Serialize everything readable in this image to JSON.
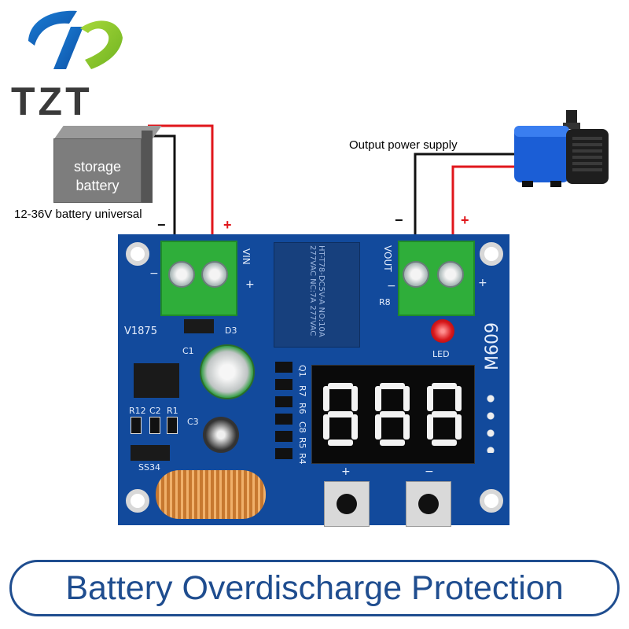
{
  "logo": {
    "text": "TZT"
  },
  "battery": {
    "label_line1": "storage",
    "label_line2": "battery",
    "caption": "12-36V battery universal"
  },
  "input_polarity": {
    "minus": "−",
    "plus": "+"
  },
  "output": {
    "caption": "Output power supply",
    "minus": "−",
    "plus": "+"
  },
  "board": {
    "model": "V1875",
    "vin_label": "VIN",
    "vout_label": "VOUT",
    "board_id": "M609",
    "led_label": "LED",
    "d3": "D3",
    "c1": "C1",
    "c3": "C3",
    "r12": "R12",
    "c2": "C2",
    "r1": "R1",
    "ss34": "SS34",
    "q1": "Q1",
    "r7": "R7",
    "r6": "R6",
    "c8": "C8",
    "r5": "R5",
    "r4": "R4",
    "r8": "R8",
    "btn_plus": "+",
    "btn_minus": "−",
    "relay_text": "HT-T78-DC5V-A  NO:10A 277VAC  NC:7A 277VAC",
    "display_digits": [
      "8",
      "8",
      "8"
    ]
  },
  "title": {
    "text": "Battery Overdischarge Protection"
  },
  "colors": {
    "board": "#124a9c",
    "wire_red": "#e0161b",
    "wire_black": "#111111",
    "title": "#1f4d8f",
    "terminal": "#2fae3a"
  }
}
